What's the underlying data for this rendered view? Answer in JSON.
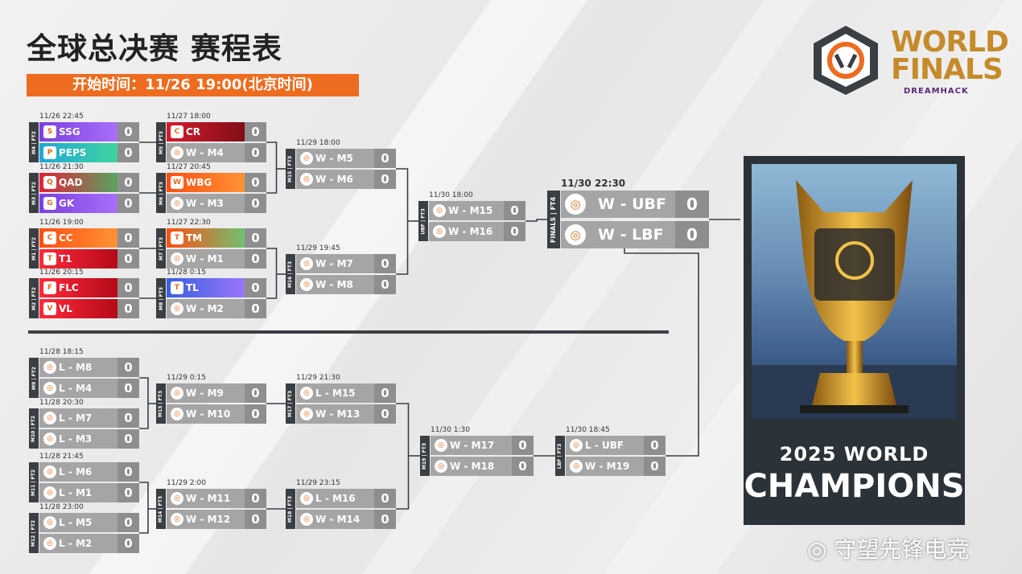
{
  "header": {
    "title": "全球总决赛 赛程表",
    "start_time": "开始时间：11/26 19:00(北京时间)"
  },
  "logo": {
    "line1": "WORLD",
    "line2": "FINALS",
    "sub": "DREAMHACK"
  },
  "upper": {
    "r1": [
      {
        "date": "11/26 22:45",
        "label": "M4 | FT2",
        "t1": "SSG",
        "s1": "0",
        "t2": "PEPS",
        "s2": "0"
      },
      {
        "date": "11/26 21:30",
        "label": "M3 | FT2",
        "t1": "QAD",
        "s1": "0",
        "t2": "GK",
        "s2": "0"
      },
      {
        "date": "11/26 19:00",
        "label": "M1 | FT2",
        "t1": "CC",
        "s1": "0",
        "t2": "T1",
        "s2": "0"
      },
      {
        "date": "11/26 20:15",
        "label": "M2 | FT2",
        "t1": "FLC",
        "s1": "0",
        "t2": "VL",
        "s2": "0"
      }
    ],
    "r2": [
      {
        "date": "11/27 18:00",
        "label": "M5 | FT3",
        "t1": "CR",
        "s1": "0",
        "t2": "W - M4",
        "s2": "0"
      },
      {
        "date": "11/27 20:45",
        "label": "M6 | FT3",
        "t1": "WBG",
        "s1": "0",
        "t2": "W - M3",
        "s2": "0"
      },
      {
        "date": "11/27 22:30",
        "label": "M7 | FT3",
        "t1": "TM",
        "s1": "0",
        "t2": "W - M1",
        "s2": "0"
      },
      {
        "date": "11/28 0:15",
        "label": "M8 | FT3",
        "t1": "TL",
        "s1": "0",
        "t2": "W - M2",
        "s2": "0"
      }
    ],
    "r3": [
      {
        "date": "11/29 18:00",
        "label": "M15 | FT3",
        "t1": "W - M5",
        "s1": "0",
        "t2": "W - M6",
        "s2": "0"
      },
      {
        "date": "11/29 19:45",
        "label": "M16 | FT3",
        "t1": "W - M7",
        "s1": "0",
        "t2": "W - M8",
        "s2": "0"
      }
    ],
    "ubf": {
      "date": "11/30 18:00",
      "label": "UBF | FT3",
      "t1": "W - M15",
      "s1": "0",
      "t2": "W - M16",
      "s2": "0"
    }
  },
  "finals": {
    "date": "11/30 22:30",
    "label": "FINALS | FT4",
    "t1": "W - UBF",
    "s1": "0",
    "t2": "W - LBF",
    "s2": "0"
  },
  "lower": {
    "r1": [
      {
        "date": "11/28 18:15",
        "label": "M9 | FT2",
        "t1": "L - M8",
        "s1": "0",
        "t2": "L - M4",
        "s2": "0"
      },
      {
        "date": "11/28 20:30",
        "label": "M10 | FT2",
        "t1": "L - M7",
        "s1": "0",
        "t2": "L - M3",
        "s2": "0"
      },
      {
        "date": "11/28 21:45",
        "label": "M11 | FT2",
        "t1": "L - M6",
        "s1": "0",
        "t2": "L - M1",
        "s2": "0"
      },
      {
        "date": "11/28 23:00",
        "label": "M12 | FT2",
        "t1": "L - M5",
        "s1": "0",
        "t2": "L - M2",
        "s2": "0"
      }
    ],
    "r2": [
      {
        "date": "11/29 0:15",
        "label": "M13 | FT3",
        "t1": "W - M9",
        "s1": "0",
        "t2": "W - M10",
        "s2": "0"
      },
      {
        "date": "11/29 2:00",
        "label": "M14 | FT3",
        "t1": "W - M11",
        "s1": "0",
        "t2": "W - M12",
        "s2": "0"
      }
    ],
    "r3": [
      {
        "date": "11/29 21:30",
        "label": "M17 | FT3",
        "t1": "L - M15",
        "s1": "0",
        "t2": "W - M13",
        "s2": "0"
      },
      {
        "date": "11/29 23:15",
        "label": "M18 | FT3",
        "t1": "L - M16",
        "s1": "0",
        "t2": "W - M14",
        "s2": "0"
      }
    ],
    "r4": {
      "date": "11/30 1:30",
      "label": "M19 | FT3",
      "t1": "W - M17",
      "s1": "0",
      "t2": "W - M18",
      "s2": "0"
    },
    "lbf": {
      "date": "11/30 18:45",
      "label": "LBF | FT3",
      "t1": "L - UBF",
      "s1": "0",
      "t2": "W - M19",
      "s2": "0"
    }
  },
  "champions": {
    "line1": "2025 WORLD",
    "line2": "CHAMPIONS"
  },
  "watermark": "守望先锋电竞",
  "team_colors": {
    "SSG": [
      "#7b3fe0",
      "#b57cff"
    ],
    "PEPS": [
      "#1fa7d8",
      "#49e08e"
    ],
    "QAD": [
      "#e0213a",
      "#33c76a"
    ],
    "GK": [
      "#7b3fe0",
      "#b57cff"
    ],
    "CC": [
      "#ff4e10",
      "#ffa640"
    ],
    "T1": [
      "#ff2a3a",
      "#a00010"
    ],
    "FLC": [
      "#ff2a3a",
      "#a00010"
    ],
    "VL": [
      "#ff2a3a",
      "#a00010"
    ],
    "CR": [
      "#d41c2c",
      "#6a0a12"
    ],
    "WBG": [
      "#ff4e10",
      "#ffa640"
    ],
    "TM": [
      "#ff4e10",
      "#49e08e"
    ],
    "TL": [
      "#3a5fe0",
      "#b57cff"
    ]
  }
}
